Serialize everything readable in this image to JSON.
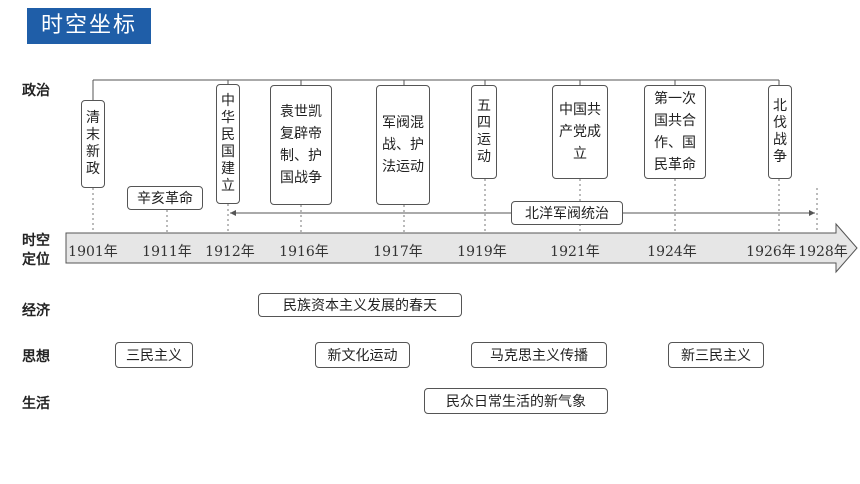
{
  "title": "时空坐标",
  "rows": {
    "politics": "政治",
    "spacetime": "时空定位",
    "economy": "经济",
    "thought": "思想",
    "life": "生活"
  },
  "years": [
    "1901年",
    "1911年",
    "1912年",
    "1916年",
    "1917年",
    "1919年",
    "1921年",
    "1924年",
    "1926年",
    "1928年"
  ],
  "politics_events": [
    {
      "text": "清末新政",
      "year": "1901年"
    },
    {
      "text": "中华民国建立",
      "year": "1912年"
    },
    {
      "text": "袁世凯复辟帝制、护国战争",
      "year": "1916年"
    },
    {
      "text": "军阀混战、护法运动",
      "year": "1917年"
    },
    {
      "text": "五四运动",
      "year": "1919年"
    },
    {
      "text": "中国共产党成立",
      "year": "1921年"
    },
    {
      "text": "第一次国共合作、国民革命",
      "year": "1924年"
    },
    {
      "text": "北伐战争",
      "year": "1926年"
    }
  ],
  "xinhai": "辛亥革命",
  "beiyang": "北洋军阀统治",
  "economy_event": "民族资本主义发展的春天",
  "thought_events": [
    "三民主义",
    "新文化运动",
    "马克思主义传播",
    "新三民主义"
  ],
  "life_event": "民众日常生活的新气象",
  "colors": {
    "title_bg": "#1f5ea8",
    "arrow_fill": "#e6e6e6",
    "line": "#555555"
  }
}
